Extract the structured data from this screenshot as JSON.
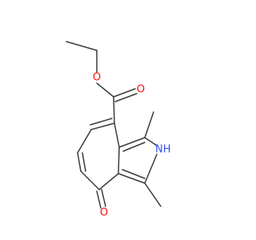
{
  "molecule": {
    "atoms": {
      "ester_oxygen": {
        "label": "O",
        "color": "#ff0d0d"
      },
      "carbonyl_oxygen_ester": {
        "label": "O",
        "color": "#ff0d0d"
      },
      "ketone_oxygen": {
        "label": "O",
        "color": "#ff0d0d"
      },
      "ring_nitrogen": {
        "label": "NH",
        "color": "#3050f8"
      }
    },
    "bond_color": "#3c3c3c"
  }
}
